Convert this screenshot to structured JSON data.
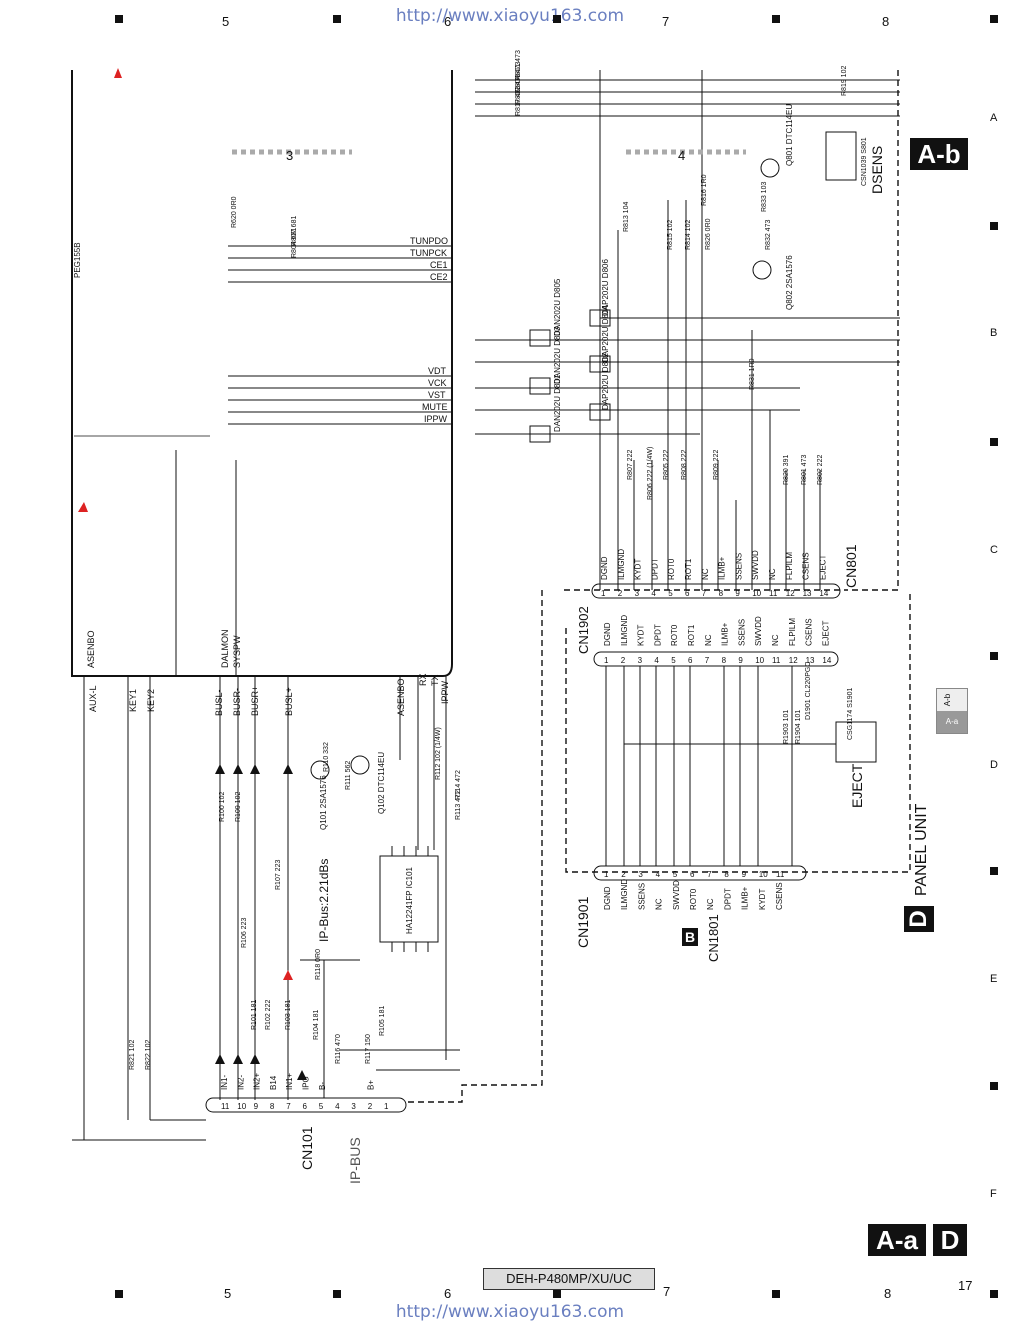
{
  "header": {
    "url_top": "http://www.xiaoyu163.com"
  },
  "footer": {
    "url_bottom": "http://www.xiaoyu163.com",
    "model": "DEH-P480MP/XU/UC",
    "page_number": "17"
  },
  "columns": {
    "c5": "5",
    "c6": "6",
    "c7": "7",
    "c8": "8"
  },
  "rows": {
    "a": "A",
    "b": "B",
    "c": "C",
    "d": "D",
    "e": "E",
    "f": "F"
  },
  "tags": {
    "ab": "A-b",
    "aa": "A-a",
    "d": "D",
    "b": "B",
    "ref_ab": "A-b",
    "ref_aa": "A-a"
  },
  "labels": {
    "dsens": "DSENS",
    "panel_unit": "PANEL UNIT",
    "eject": "EJECT",
    "ip_bus_note": "IP-Bus:2.21dBs",
    "cn101": "CN101",
    "ip_bus": "IP-BUS",
    "cn1901": "CN1901",
    "cn1801": "CN1801",
    "cn1902": "CN1902",
    "cn801": "CN801",
    "ic101": "HA12241FP IC101",
    "ic_part": "PEG155B",
    "q101": "Q101 2SA1576",
    "q102": "Q102 DTC114EU",
    "q801": "Q801 DTC114EU",
    "q802": "Q802 2SA1576",
    "csn1039": "CSN1039 S801",
    "csg1174": "CSG1174 S1901",
    "d1901": "D1901 CL220PGC",
    "sec3": "3",
    "sec4": "4",
    "dan": [
      "DAN202U D801",
      "DAN202U D803",
      "DAN202U D805"
    ],
    "dap": [
      "DAP202U D802",
      "DAP202U D804",
      "DAP202U D806"
    ]
  },
  "signals_left": [
    "ASENBO",
    "SYSPW",
    "DALMON",
    "BUSL-",
    "BUSR-",
    "BUSR+",
    "BUSL+",
    "KEY1",
    "KEY2",
    "AUX-L"
  ],
  "signals_mid": [
    "TUNPDO",
    "TUNPCK",
    "CE1",
    "CE2",
    "VDT",
    "VCK",
    "VST",
    "MUTE",
    "IPPW",
    "RX",
    "TX",
    "ASENBO",
    "IPPW"
  ],
  "cn801_pins": [
    {
      "n": "1",
      "s": "DGND"
    },
    {
      "n": "2",
      "s": "ILMGND"
    },
    {
      "n": "3",
      "s": "KYDT"
    },
    {
      "n": "4",
      "s": "DPDT"
    },
    {
      "n": "5",
      "s": "ROT0"
    },
    {
      "n": "6",
      "s": "ROT1"
    },
    {
      "n": "7",
      "s": "NC"
    },
    {
      "n": "8",
      "s": "ILMB+"
    },
    {
      "n": "9",
      "s": "SSENS"
    },
    {
      "n": "10",
      "s": "SWVDD"
    },
    {
      "n": "11",
      "s": "NC"
    },
    {
      "n": "12",
      "s": "FLPILM"
    },
    {
      "n": "13",
      "s": "CSENS"
    },
    {
      "n": "14",
      "s": "EJECT"
    }
  ],
  "cn1902_pins": [
    {
      "n": "1",
      "s": "DGND"
    },
    {
      "n": "2",
      "s": "ILMGND"
    },
    {
      "n": "3",
      "s": "KYDT"
    },
    {
      "n": "4",
      "s": "DPDT"
    },
    {
      "n": "5",
      "s": "ROT0"
    },
    {
      "n": "6",
      "s": "ROT1"
    },
    {
      "n": "7",
      "s": "NC"
    },
    {
      "n": "8",
      "s": "ILMB+"
    },
    {
      "n": "9",
      "s": "SSENS"
    },
    {
      "n": "10",
      "s": "SWVDD"
    },
    {
      "n": "11",
      "s": "NC"
    },
    {
      "n": "12",
      "s": "FLPILM"
    },
    {
      "n": "13",
      "s": "CSENS"
    },
    {
      "n": "14",
      "s": "EJECT"
    }
  ],
  "cn1901_pins": [
    {
      "n": "1",
      "s": "DGND"
    },
    {
      "n": "2",
      "s": "ILMGND"
    },
    {
      "n": "3",
      "s": "SSENS"
    },
    {
      "n": "4",
      "s": "NC"
    },
    {
      "n": "5",
      "s": "SWVDD"
    },
    {
      "n": "6",
      "s": "ROT0"
    },
    {
      "n": "7",
      "s": "NC"
    },
    {
      "n": "8",
      "s": "DPDT"
    },
    {
      "n": "9",
      "s": "ILMB+"
    },
    {
      "n": "10",
      "s": "KYDT"
    },
    {
      "n": "11",
      "s": "CSENS"
    }
  ],
  "cn101_pins": [
    {
      "n": "11",
      "s": "IN1-"
    },
    {
      "n": "10",
      "s": "IN2-"
    },
    {
      "n": "9",
      "s": "IN2+"
    },
    {
      "n": "8",
      "s": "B14"
    },
    {
      "n": "7",
      "s": "IN1+"
    },
    {
      "n": "6",
      "s": "IPG"
    },
    {
      "n": "5",
      "s": "B-"
    },
    {
      "n": "4",
      "s": ""
    },
    {
      "n": "3",
      "s": ""
    },
    {
      "n": "2",
      "s": "B+"
    },
    {
      "n": "1",
      "s": ""
    }
  ],
  "resistors": [
    {
      "ref": "R811",
      "val": "473"
    },
    {
      "ref": "R804",
      "val": "473"
    },
    {
      "ref": "R812",
      "val": "473"
    },
    {
      "ref": "R817",
      "val": "473"
    },
    {
      "ref": "R813",
      "val": "104"
    },
    {
      "ref": "R815",
      "val": "102"
    },
    {
      "ref": "R814",
      "val": "102"
    },
    {
      "ref": "R826",
      "val": "0R0"
    },
    {
      "ref": "R816",
      "val": "1R0"
    },
    {
      "ref": "R833",
      "val": "103"
    },
    {
      "ref": "R832",
      "val": "473"
    },
    {
      "ref": "R831",
      "val": "1R0"
    },
    {
      "ref": "R807",
      "val": "222"
    },
    {
      "ref": "R806",
      "val": "222 (1/4W)"
    },
    {
      "ref": "R805",
      "val": "222"
    },
    {
      "ref": "R808",
      "val": "222"
    },
    {
      "ref": "R809",
      "val": "222"
    },
    {
      "ref": "R820",
      "val": "391"
    },
    {
      "ref": "R801",
      "val": "473"
    },
    {
      "ref": "R802",
      "val": "222"
    },
    {
      "ref": "R110",
      "val": "332"
    },
    {
      "ref": "R111",
      "val": "562"
    },
    {
      "ref": "R112",
      "val": "102 (1/4W)"
    },
    {
      "ref": "R114",
      "val": "472"
    },
    {
      "ref": "R113",
      "val": "472"
    },
    {
      "ref": "R106",
      "val": "223"
    },
    {
      "ref": "R107",
      "val": "223"
    },
    {
      "ref": "R100",
      "val": "102"
    },
    {
      "ref": "R109",
      "val": "102"
    },
    {
      "ref": "R101",
      "val": "181"
    },
    {
      "ref": "R102",
      "val": "222"
    },
    {
      "ref": "R103",
      "val": "181"
    },
    {
      "ref": "R118",
      "val": "0R0"
    },
    {
      "ref": "R104",
      "val": "181"
    },
    {
      "ref": "R105",
      "val": "181"
    },
    {
      "ref": "R116",
      "val": "470"
    },
    {
      "ref": "R117",
      "val": "150"
    },
    {
      "ref": "R1903",
      "val": "101"
    },
    {
      "ref": "R1904",
      "val": "101"
    },
    {
      "ref": "R821",
      "val": "102"
    },
    {
      "ref": "R822",
      "val": "102"
    },
    {
      "ref": "R620",
      "val": "0R0"
    },
    {
      "ref": "R807",
      "val": "681"
    },
    {
      "ref": "R804",
      "val": "681"
    },
    {
      "ref": "R819",
      "val": "102"
    }
  ]
}
